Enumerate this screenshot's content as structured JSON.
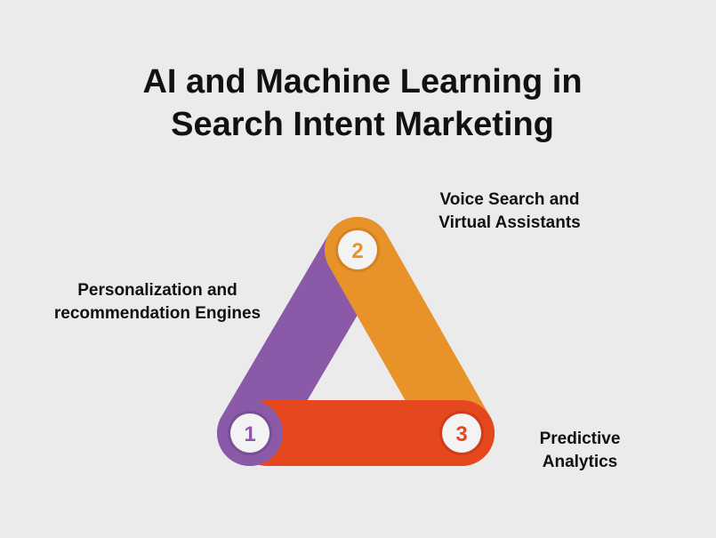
{
  "title": {
    "line1": "AI and Machine Learning in",
    "line2": "Search Intent Marketing"
  },
  "steps": [
    {
      "number": "1",
      "label_line1": "Personalization and",
      "label_line2": "recommendation Engines",
      "color": "#8a5aa8"
    },
    {
      "number": "2",
      "label_line1": "Voice Search and",
      "label_line2": "Virtual Assistants",
      "color": "#e8922a"
    },
    {
      "number": "3",
      "label_line1": "Predictive",
      "label_line2": "Analytics",
      "color": "#e5471f"
    }
  ],
  "colors": {
    "background": "#ebebeb",
    "circle_fill": "#f3f3f3",
    "text": "#111111"
  }
}
